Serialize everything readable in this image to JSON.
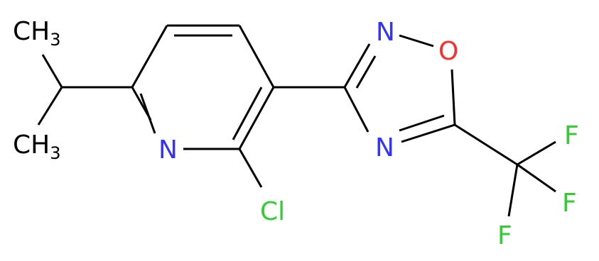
{
  "colors": {
    "carbon": "#000000",
    "nitrogen": "#3333ff",
    "oxygen": "#ff2a2a",
    "chlorine": "#33cc33",
    "fluorine": "#33cc33",
    "background": "#ffffff"
  },
  "atoms": {
    "ch3_top": {
      "symbol": "CH",
      "subscript": "3"
    },
    "ch3_bottom": {
      "symbol": "CH",
      "subscript": "3"
    },
    "n_pyridine": {
      "symbol": "N"
    },
    "cl": {
      "symbol": "Cl"
    },
    "n_oxadiazole_top": {
      "symbol": "N"
    },
    "o_oxadiazole": {
      "symbol": "O"
    },
    "n_oxadiazole_bottom": {
      "symbol": "N"
    },
    "f_top": {
      "symbol": "F"
    },
    "f_right": {
      "symbol": "F"
    },
    "f_bottom": {
      "symbol": "F"
    }
  }
}
